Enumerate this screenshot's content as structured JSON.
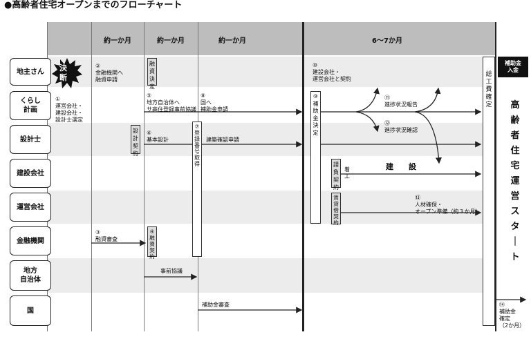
{
  "title": "●高齢者住宅オープンまでのフローチャート",
  "periods": [
    "約一か月",
    "約一か月",
    "約一か月",
    "6～7か月"
  ],
  "roles": [
    "地主さん",
    "くらし\n計画",
    "設計士",
    "建設会社",
    "運営会社",
    "金融機関",
    "地方\n自治体",
    "国"
  ],
  "decision_badge": "決\n断",
  "steps": {
    "s1": "①\n運営会社・\n建設会社・\n設計士選定",
    "s2": "②\n金融機関へ\n融資申請",
    "s3": "③\n融資審査",
    "s5": "⑤\n地方自治体へ\nサ高住登録事前協議",
    "s6": "⑥\n基本設計",
    "s8": "⑧\n国へ\n補助金申請",
    "s8b": "建築確認申請",
    "jizen": "事前協議",
    "hojo_shinsa": "補助金審査",
    "s10": "⑩\n建設会社・\n運営会社と契約",
    "s11": "⑪\n進捗状況報告",
    "s12": "⑫\n進捗状況確認",
    "chakko": "着\n工",
    "kensetsu": "建　　設",
    "s13": "⑬\n人材確保・\nオープン準備（約３か月）",
    "s14": "⑭\n補助金\n確定\n（2か月）"
  },
  "boxes": {
    "yushi_kettei": "融\n資\n決\n定",
    "sekkei_keiyaku": "設\n計\n契\n約",
    "yushi_keiyaku": "④\n融\n資\n契\n約",
    "toroku": "⑦\n登\n\n録\n\n番\n\n号\n\n取\n\n得",
    "hojokin_kettei": "⑨\n補\n\n助\n\n金\n\n決\n\n定",
    "ukeoi": "請\n負\n契\n約",
    "chintai": "賃\n貸\n借\n契\n約",
    "soukouhi": "総\n\n\n\n工\n\n\n費\n\n\n確\n\n\n定"
  },
  "subsidy_badge": "補助金\n入金",
  "start_label": "高\n齢\n者\n住\n宅\n運\n営\nス\nタ\n｜\nト",
  "colors": {
    "header": "#bdbdbd",
    "band": "#ececec",
    "dark": "#222222"
  }
}
